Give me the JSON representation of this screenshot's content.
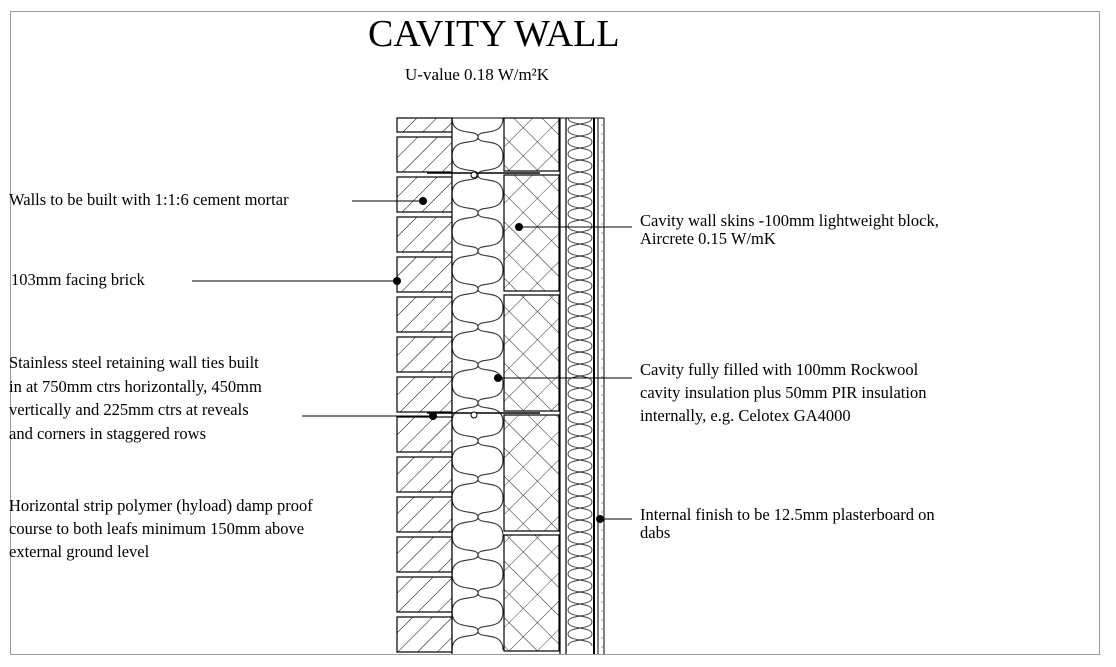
{
  "title": "CAVITY WALL",
  "subtitle": "U-value 0.18 W/m²K",
  "labels_left": [
    {
      "id": "mortar",
      "lines": [
        "Walls to be built with 1:1:6 cement mortar"
      ]
    },
    {
      "id": "brick",
      "lines": [
        "103mm facing brick"
      ]
    },
    {
      "id": "ties",
      "lines": [
        "Stainless steel retaining wall ties built",
        "in at 750mm ctrs horizontally, 450mm",
        "vertically and 225mm ctrs at reveals",
        "and corners in staggered rows"
      ]
    },
    {
      "id": "dpc",
      "lines": [
        "Horizontal strip polymer (hyload) damp proof",
        "course to both leafs minimum 150mm above",
        "external ground level"
      ]
    }
  ],
  "labels_right": [
    {
      "id": "block",
      "lines": [
        "Cavity wall skins -100mm lightweight block,",
        "Aircrete 0.15 W/mK"
      ]
    },
    {
      "id": "insulation",
      "lines": [
        "Cavity fully filled with 100mm Rockwool",
        "cavity insulation plus 50mm PIR insulation",
        "internally, e.g. Celotex GA4000"
      ]
    },
    {
      "id": "finish",
      "lines": [
        "Internal finish to be 12.5mm plasterboard on",
        "dabs"
      ]
    }
  ]
}
